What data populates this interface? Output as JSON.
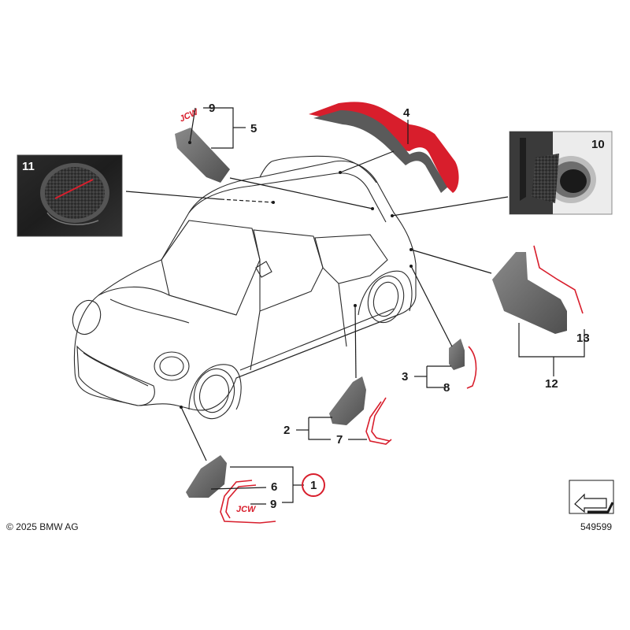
{
  "callouts": {
    "c1": "1",
    "c2": "2",
    "c3": "3",
    "c4": "4",
    "c5": "5",
    "c6": "6",
    "c7": "7",
    "c8": "8",
    "c9a": "9",
    "c9b": "9",
    "c10": "10",
    "c11": "11",
    "c12": "12",
    "c13": "13"
  },
  "badges": {
    "jcw_top": "JCW",
    "jcw_bottom": "JCW"
  },
  "footer": {
    "copyright": "© 2025 BMW AG",
    "diagram_number": "549599"
  },
  "colors": {
    "accent_red": "#d81e2c",
    "part_grey": "#6e6e6e",
    "line": "#1a1a1a"
  },
  "highlighted_callout": "1"
}
